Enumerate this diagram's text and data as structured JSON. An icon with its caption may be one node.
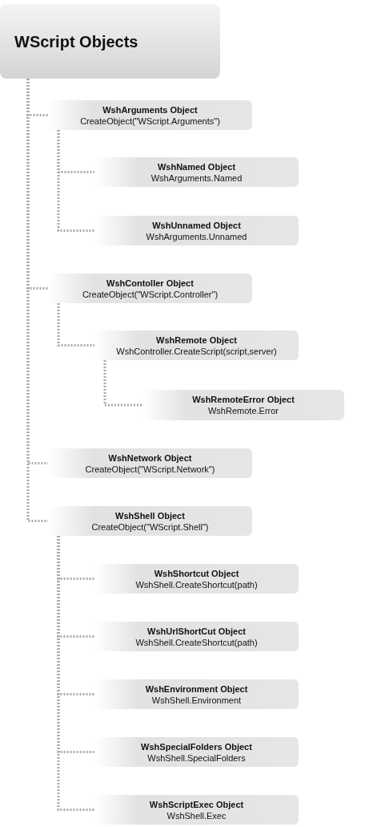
{
  "diagram": {
    "nodes": [
      {
        "text": [
          "WScript Objects"
        ]
      },
      {
        "text": [
          "WshArguments Object",
          "CreateObject(\"WScript.Arguments\")"
        ]
      },
      {
        "text": [
          "WshNamed Object",
          "WshArguments.Named"
        ]
      },
      {
        "text": [
          "WshUnnamed Object",
          "WshArguments.Unnamed"
        ]
      },
      {
        "text": [
          "WshContoller Object",
          "CreateObject(\"WScript.Controller\")"
        ]
      },
      {
        "text": [
          "WshRemote Object",
          "WshController.CreateScript(script,server)"
        ]
      },
      {
        "text": [
          "WshRemoteError Object",
          "WshRemote.Error"
        ]
      },
      {
        "text": [
          "WshNetwork Object",
          "CreateObject(\"WScript.Network\")"
        ]
      },
      {
        "text": [
          "WshShell Object",
          "CreateObject(\"WScript.Shell\")"
        ]
      },
      {
        "text": [
          "WshShortcut Object",
          "WshShell.CreateShortcut(path)"
        ]
      },
      {
        "text": [
          "WshUrlShortCut Object",
          "WshShell.CreateShortcut(path)"
        ]
      },
      {
        "text": [
          "WshEnvironment Object",
          "WshShell.Environment"
        ]
      },
      {
        "text": [
          "WshSpecialFolders Object",
          "WshShell.SpecialFolders"
        ]
      },
      {
        "text": [
          "WshScriptExec Object",
          "WshShell.Exec"
        ]
      }
    ],
    "edges": [
      {
        "from": 0,
        "to": 1,
        "arrow": "none"
      },
      {
        "from": 1,
        "to": 2,
        "arrow": "none"
      },
      {
        "from": 1,
        "to": 3,
        "arrow": "none"
      },
      {
        "from": 0,
        "to": 4,
        "arrow": "none"
      },
      {
        "from": 4,
        "to": 5,
        "arrow": "none"
      },
      {
        "from": 5,
        "to": 6,
        "arrow": "none"
      },
      {
        "from": 0,
        "to": 7,
        "arrow": "none"
      },
      {
        "from": 0,
        "to": 8,
        "arrow": "none"
      },
      {
        "from": 8,
        "to": 9,
        "arrow": "none"
      },
      {
        "from": 8,
        "to": 10,
        "arrow": "none"
      },
      {
        "from": 8,
        "to": 11,
        "arrow": "none"
      },
      {
        "from": 8,
        "to": 12,
        "arrow": "none"
      },
      {
        "from": 8,
        "to": 13,
        "arrow": "none"
      }
    ]
  }
}
